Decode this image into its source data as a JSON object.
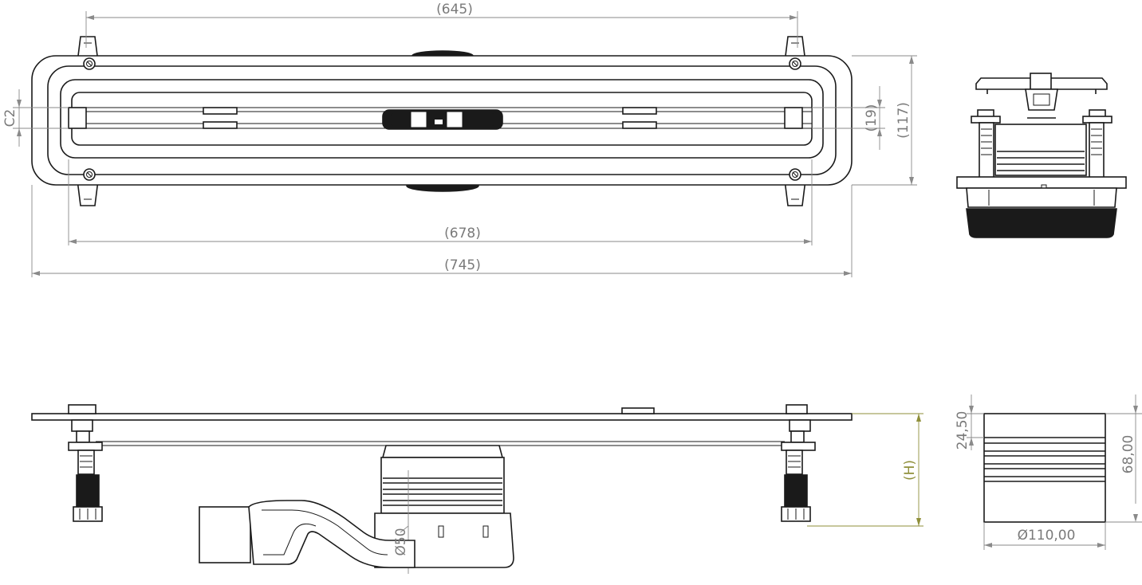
{
  "top_view": {
    "dim_645": "(645)",
    "dim_678": "(678)",
    "dim_745": "(745)",
    "dim_117": "(117)",
    "dim_19": "(19)",
    "dim_c2": "C2"
  },
  "side_view": {
    "dim_h": "(H)",
    "dim_d50": "Ø50"
  },
  "end_view": {
    "dim_24_50": "24,50",
    "dim_68_00": "68,00",
    "dim_d110": "Ø110,00"
  }
}
